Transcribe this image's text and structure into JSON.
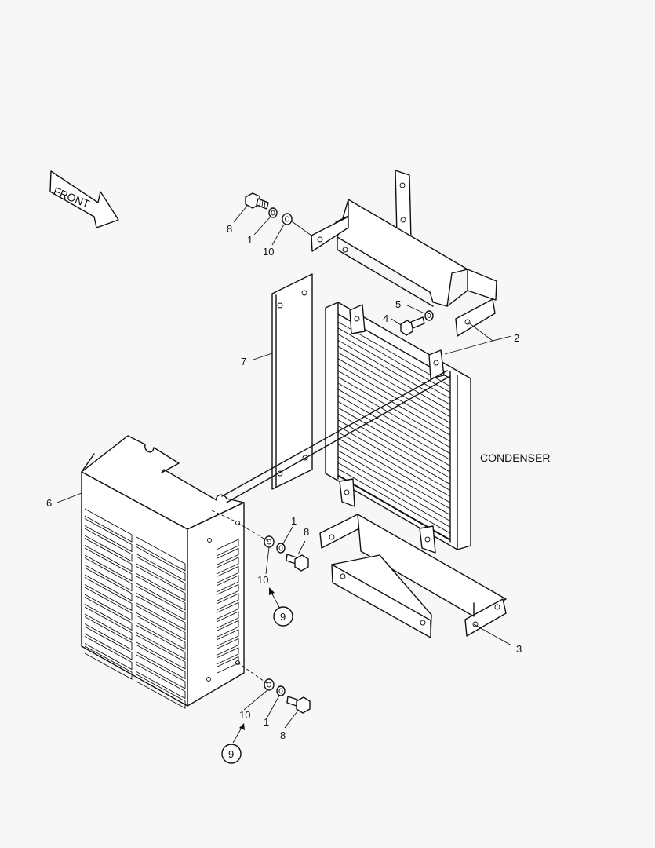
{
  "front_label": "FRONT",
  "condenser_label": "CONDENSER",
  "callouts": {
    "bolt_top": "8",
    "lockwasher_top": "1",
    "washer_top": "10",
    "bracket_upper": "2",
    "bolt_small": "4",
    "washer_small": "5",
    "plate": "7",
    "cover": "6",
    "lockwasher_mid": "1",
    "bolt_mid": "8",
    "washer_mid": "10",
    "ref_mid": "9",
    "bracket_lower": "3",
    "washer_bot": "10",
    "lockwasher_bot": "1",
    "bolt_bot": "8",
    "ref_bot": "9"
  }
}
